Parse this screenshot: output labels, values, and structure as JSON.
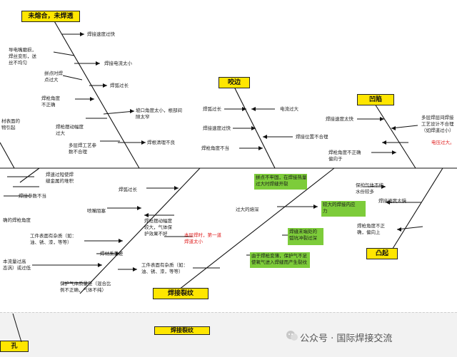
{
  "heads": {
    "no_fusion": "未熔合，未焊透",
    "undercut": "咬边",
    "concave": "凹陷",
    "crack": "焊接裂纹",
    "convex": "凸起",
    "crack_partial": "焊接裂纹",
    "hole_partial": "孔"
  },
  "labels": {
    "speed_fast_1": "焊接速度过快",
    "tip_wear": "导电嘴磨损，\n焊丝变形，送\n丝不均匀",
    "current_low": "焊接电流太小",
    "tack_weld": "拼点时焊\n点过大",
    "arc_long_1": "焊弧过长",
    "angle_1": "焊枪角度\n不正确",
    "groove": "坡口角度太小，根部间\n隙太窄",
    "swing_1": "焊枪摆动幅度\n过大",
    "cleaning": "焊根清理不良",
    "multilayer_1": "多层焊工艺参\n数不合理",
    "left_material": "材表面的\n物引起",
    "arc_long_2": "焊弧过长",
    "current_high": "电流过大",
    "speed_fast_2": "焊接速度过快",
    "position": "焊接位置不合理",
    "angle_2": "焊枪角度不当",
    "speed_fast_3": "焊接速度太快",
    "multilayer_2": "多层焊层间焊接\n工艺设计不合理\n（如焊道过小）",
    "voltage_high": "电压过大。",
    "angle_3": "焊枪角度不正确\n偏向于",
    "speed_short": "焊速过短使焊\n缝金属的堆积",
    "params_improper": "焊接参数不当",
    "arc_long_3": "焊弧过长",
    "nozzle_block": "喷嘴阻塞",
    "angle_left": "确的焊枪角度",
    "swing_2": "焊枪摆动幅度\n较大，气体保\n护效果不好",
    "surface_dirt_1": "工件表面有杂质（如：\n油、锈、漆，等等）",
    "flow_high": "本流量过高\n态涡）或过低",
    "quality_poor": "焊材质量差",
    "gas_quality": "保护气体质量差（混合比\n例不正确，气体不纯）",
    "under_root": "本层焊时，第一道\n焊道太小",
    "surface_dirt_2": "工件表面有杂质（如：\n油、锈、漆，等等）",
    "cooling_deep": "过大的熔深",
    "gas_impure": "保护气体不纯，\n水份较多",
    "speed_fast_4": "焊接速度太慢",
    "angle_4": "焊枪角度不正\n确，偏向上"
  },
  "green_boxes": {
    "weld_uneven": "拼点不牢固，在焊接热量\n过大时焊缝开裂",
    "big_penetration": "较大的焊接内应\n力",
    "crater_fill": "焊缝末端处的\n弧坑冲裂过深",
    "gas_flow": "由于焊枪变薄，保护气不足\n使氧气进入焊缝而产生裂纹"
  },
  "watermark": "公众号 · 国际焊接交流",
  "colors": {
    "head_yellow": "#ffe600",
    "green_box": "#7dcc3a",
    "red_text": "#e02020",
    "line": "#111111"
  }
}
